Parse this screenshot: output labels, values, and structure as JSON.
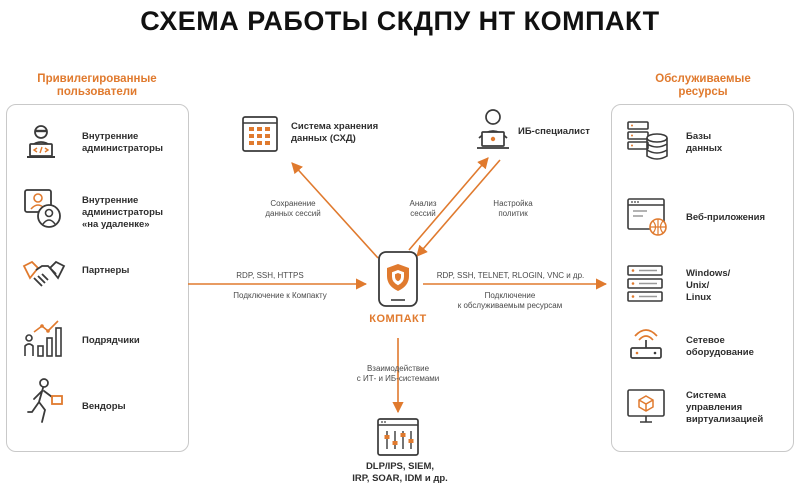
{
  "title": "СХЕМА РАБОТЫ СКДПУ НТ КОМПАКТ",
  "left_panel": {
    "heading": "Привилегированные\nпользователи",
    "items": [
      {
        "label": "Внутренние\nадминистраторы",
        "icon": "hacker-laptop-icon"
      },
      {
        "label": "Внутренние\nадминистраторы\n«на удаленке»",
        "icon": "remote-admin-icon"
      },
      {
        "label": "Партнеры",
        "icon": "handshake-icon"
      },
      {
        "label": "Подрядчики",
        "icon": "contractor-chart-icon"
      },
      {
        "label": "Вендоры",
        "icon": "vendor-walking-icon"
      }
    ]
  },
  "right_panel": {
    "heading": "Обслуживаемые\nресурсы",
    "items": [
      {
        "label": "Базы\nданных",
        "icon": "database-icon"
      },
      {
        "label": "Веб-приложения",
        "icon": "web-app-icon"
      },
      {
        "label": "Windows/\nUnix/\nLinux",
        "icon": "server-rack-icon"
      },
      {
        "label": "Сетевое\nоборудование",
        "icon": "router-icon"
      },
      {
        "label": "Система\nуправления\nвиртуализацией",
        "icon": "virtualization-icon"
      }
    ]
  },
  "nodes": {
    "storage": "Система хранения\nданных (СХД)",
    "ib_specialist": "ИБ-специалист",
    "center": "КОМПАКТ",
    "systems": "DLP/IPS, SIEM,\nIRP, SOAR, IDM и др."
  },
  "edges": {
    "save_sessions": "Сохранение\nданных сессий",
    "analyze_sessions": "Анализ\nсессий",
    "configure_policies": "Настройка\nполитик",
    "left_protocols": "RDP, SSH, HTTPS",
    "left_connect": "Подключение к Компакту",
    "right_protocols": "RDP, SSH, TELNET, RLOGIN, VNC и др.",
    "right_connect": "Подключение\nк обслуживаемым ресурсам",
    "interaction": "Взаимодействие\nс ИТ- и ИБ-системами"
  },
  "colors": {
    "accent": "#e07a2e",
    "icon_dark": "#3a3a3a",
    "panel_border": "#c9c9c9"
  }
}
